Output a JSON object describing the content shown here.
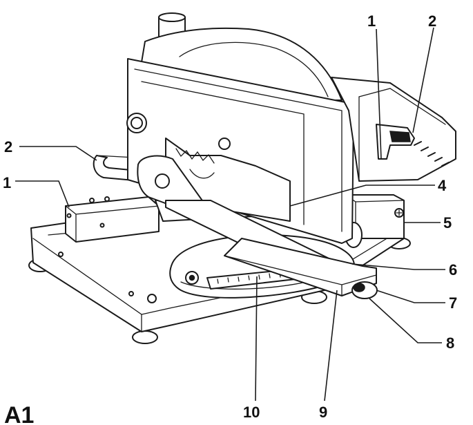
{
  "figure": {
    "label": "A1"
  },
  "callouts": [
    {
      "id": "c1-right",
      "text": "1"
    },
    {
      "id": "c2-right",
      "text": "2"
    },
    {
      "id": "c2-left",
      "text": "2"
    },
    {
      "id": "c1-left",
      "text": "1"
    },
    {
      "id": "c4",
      "text": "4"
    },
    {
      "id": "c5",
      "text": "5"
    },
    {
      "id": "c6",
      "text": "6"
    },
    {
      "id": "c7",
      "text": "7"
    },
    {
      "id": "c8",
      "text": "8"
    },
    {
      "id": "c10",
      "text": "10"
    },
    {
      "id": "c9",
      "text": "9"
    }
  ],
  "colors": {
    "ink": "#1a1a1a",
    "paper": "#ffffff"
  }
}
